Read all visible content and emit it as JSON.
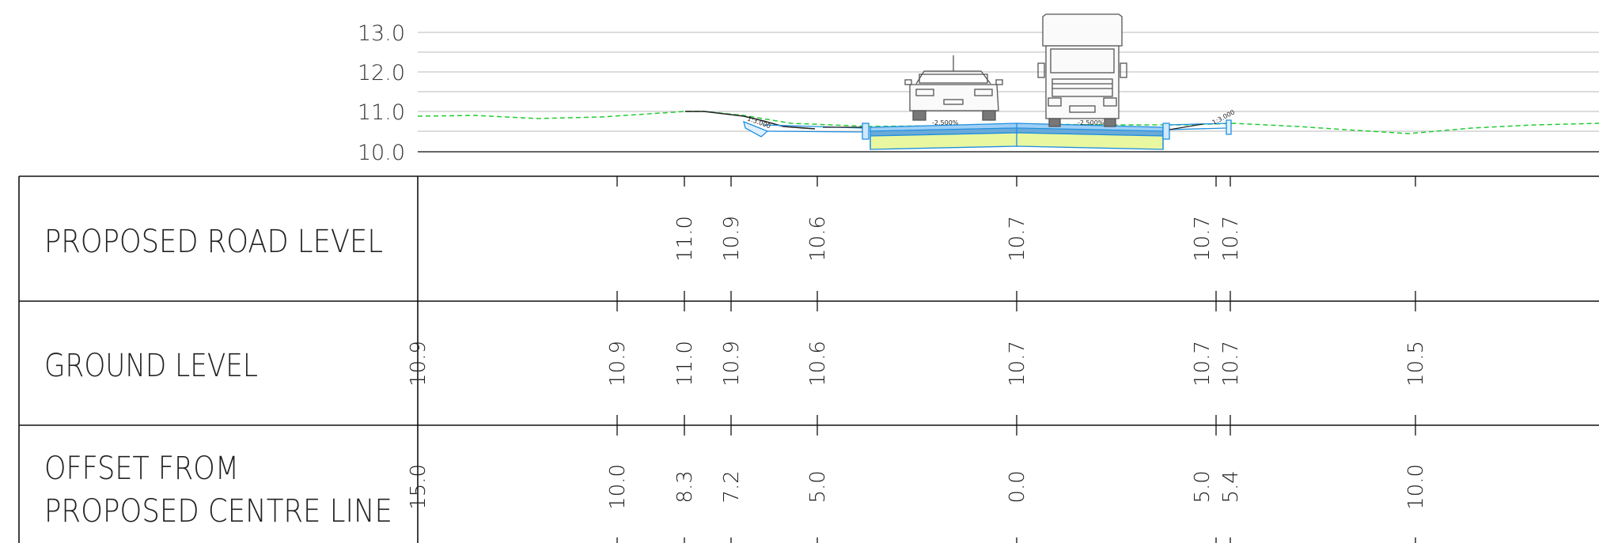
{
  "drawing": {
    "type": "road cross-section",
    "level_axis": {
      "ticks": [
        "13.0",
        "12.0",
        "11.0",
        "10.0"
      ]
    },
    "crossfall": {
      "left_slope": "1:3.000",
      "left_fall": "-2.500%",
      "right_fall": "-2.500%",
      "right_slope": "1:3.000"
    }
  },
  "table": {
    "rows": [
      {
        "label_lines": [
          "PROPOSED ROAD LEVEL"
        ]
      },
      {
        "label_lines": [
          "GROUND LEVEL"
        ]
      },
      {
        "label_lines": [
          "OFFSET FROM",
          "PROPOSED CENTRE LINE"
        ]
      }
    ],
    "proposed_road_level": [
      "11.0",
      "10.9",
      "10.6",
      "10.7",
      "10.7",
      "10.7"
    ],
    "ground_level": [
      "10.9",
      "10.9",
      "11.0",
      "10.9",
      "10.6",
      "10.7",
      "10.7",
      "10.7",
      "10.5"
    ],
    "offset_from_centre_line": [
      "15.0",
      "10.0",
      "8.3",
      "7.2",
      "5.0",
      "0.0",
      "5.0",
      "5.4",
      "10.0"
    ]
  },
  "colors": {
    "ground_line": "#22cc33",
    "pavement_outline": "#1e8fe0",
    "subbase_fill": "#e8f7a0",
    "grid": "#c8c8c8"
  }
}
